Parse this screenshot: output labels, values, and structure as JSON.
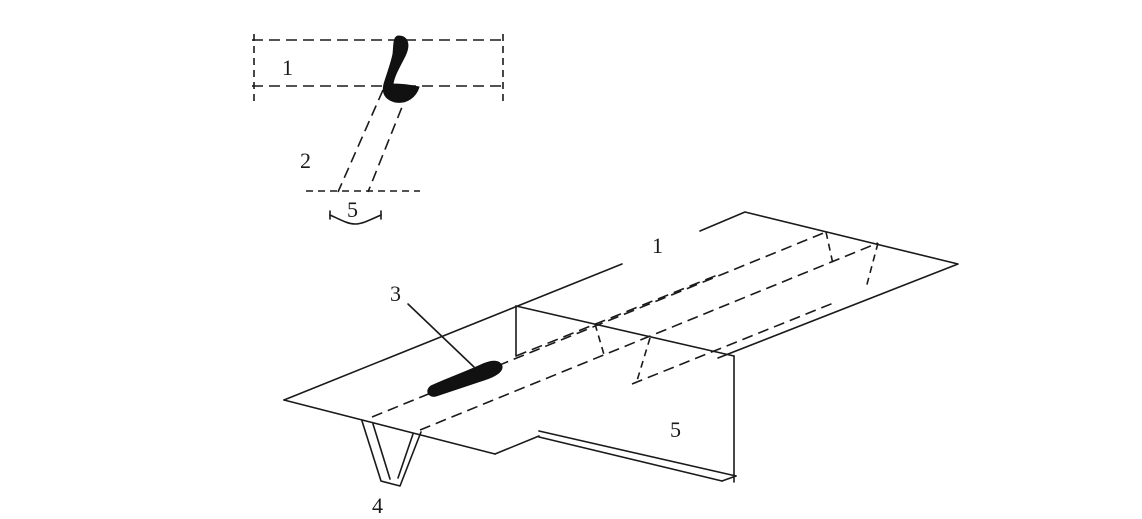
{
  "labels": {
    "plate_upper_section": "1",
    "strut_section": "2",
    "section_width_mark": "5",
    "plate_iso": "1",
    "weld_defect": "3",
    "trapezoid_rib": "4",
    "diaphragm": "5"
  },
  "colors": {
    "line": "#1a1a1a",
    "weld": "#111111",
    "background": "#ffffff"
  }
}
